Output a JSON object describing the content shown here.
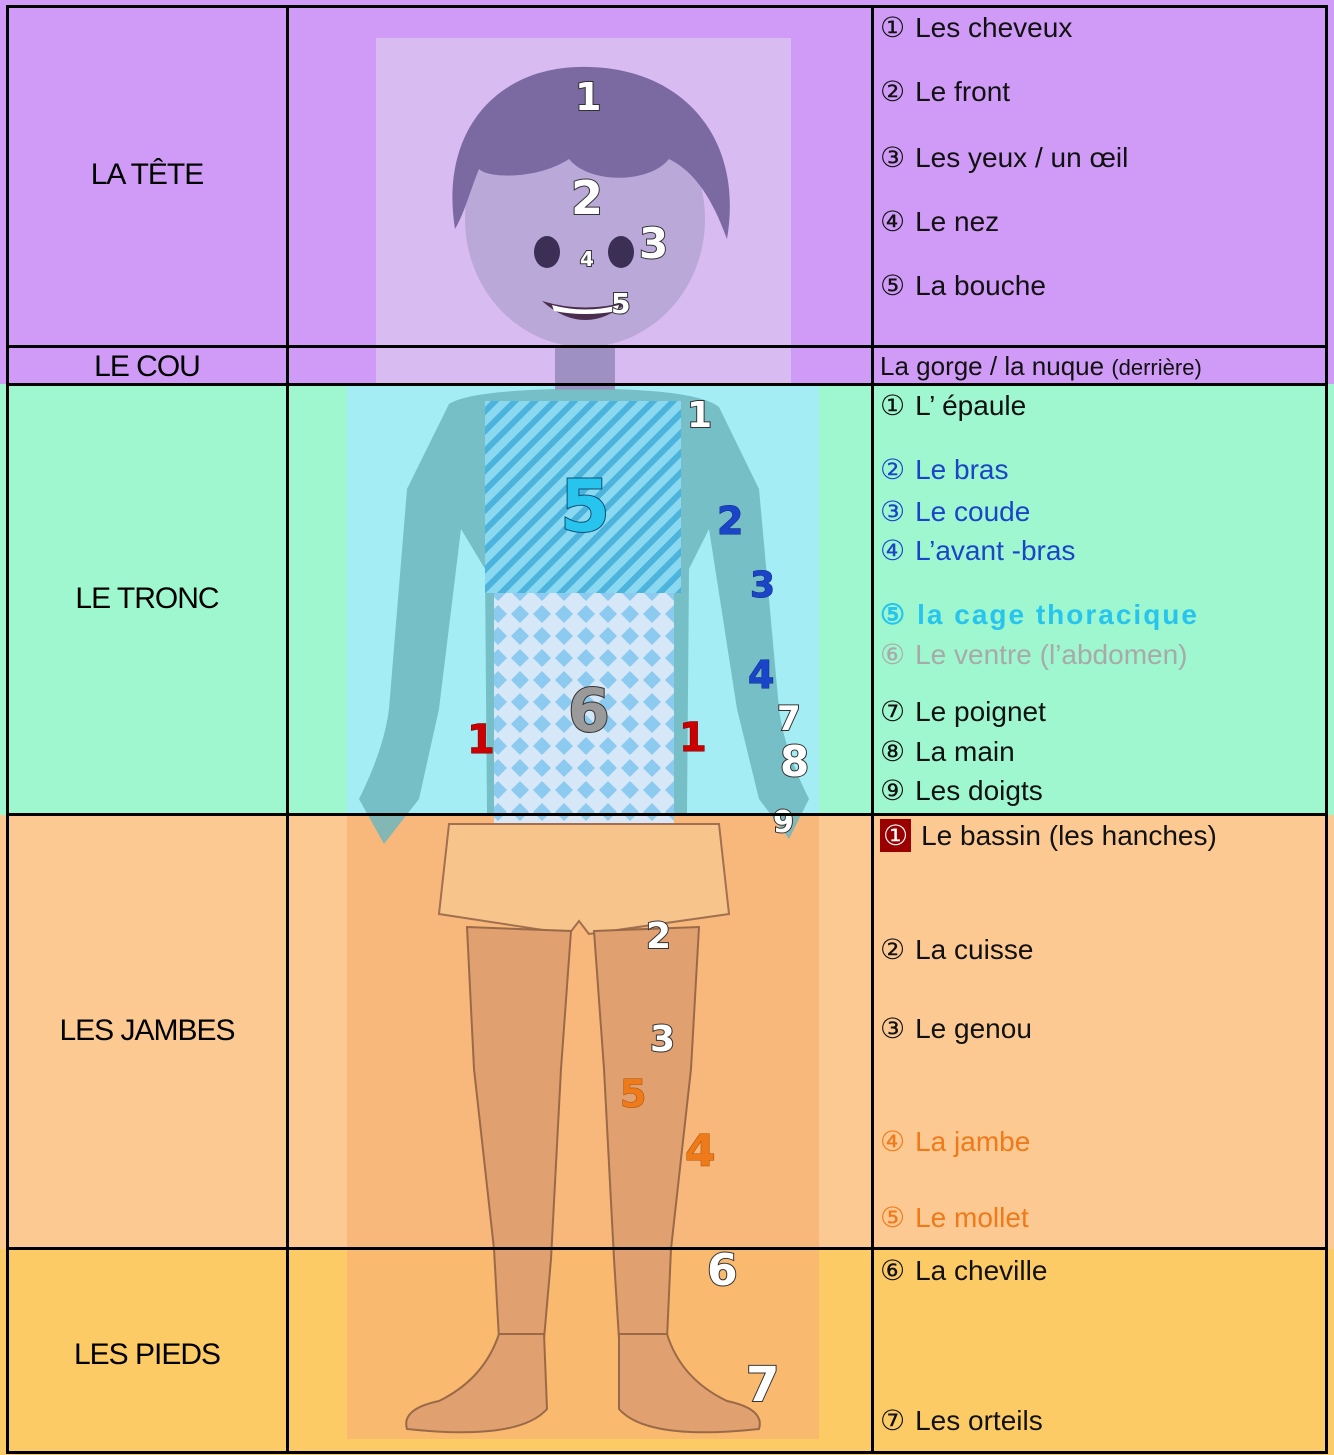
{
  "colors": {
    "head": "#cf9bf7",
    "trunk": "#9ff7cf",
    "legs": "#fcc993",
    "feet": "#fdcb66",
    "blue": "#1b45c8",
    "cyan": "#27c4ee",
    "gray": "#a9a9a9",
    "orange": "#ef7a1a",
    "dark_red": "#9b0000",
    "red": "#cc0000"
  },
  "sections": {
    "head": "LA TÊTE",
    "neck": "LE COU",
    "trunk": "LE TRONC",
    "legs": "LES JAMBES",
    "feet": "LES PIEDS"
  },
  "labels": {
    "head": [
      {
        "n": "①",
        "text": "Les cheveux"
      },
      {
        "n": "②",
        "text": "Le front"
      },
      {
        "n": "③",
        "text": "Les yeux / un œil"
      },
      {
        "n": "④",
        "text": "Le nez"
      },
      {
        "n": "⑤",
        "text": "La bouche"
      }
    ],
    "neck": {
      "text": "La gorge / la nuque",
      "small": "(derrière)"
    },
    "trunk": [
      {
        "n": "①",
        "text": "L’ épaule"
      },
      {
        "n": "②",
        "text": "Le bras"
      },
      {
        "n": "③",
        "text": "Le coude"
      },
      {
        "n": "④",
        "text": "L’avant -bras"
      },
      {
        "n": "⑤",
        "text": "la cage thoracique"
      },
      {
        "n": "⑥",
        "text": "Le ventre (l’abdomen)"
      },
      {
        "n": "⑦",
        "text": "Le poignet"
      },
      {
        "n": "⑧",
        "text": "La main"
      },
      {
        "n": "⑨",
        "text": "Les doigts"
      }
    ],
    "legs": [
      {
        "n": "①",
        "text": "Le bassin (les hanches)"
      },
      {
        "n": "②",
        "text": "La cuisse"
      },
      {
        "n": "③",
        "text": "Le genou"
      },
      {
        "n": "④",
        "text": "La jambe"
      },
      {
        "n": "⑤",
        "text": "Le mollet"
      }
    ],
    "feet": [
      {
        "n": "⑥",
        "text": "La cheville"
      },
      {
        "n": "⑦",
        "text": "Les orteils"
      }
    ]
  },
  "figure_numbers": {
    "head": [
      "1",
      "2",
      "3",
      "4",
      "5"
    ],
    "trunk": [
      "1",
      "2",
      "3",
      "4",
      "5",
      "6",
      "7",
      "8",
      "9",
      "1",
      "1"
    ],
    "legs": [
      "2",
      "3",
      "4",
      "5",
      "6",
      "7"
    ]
  }
}
